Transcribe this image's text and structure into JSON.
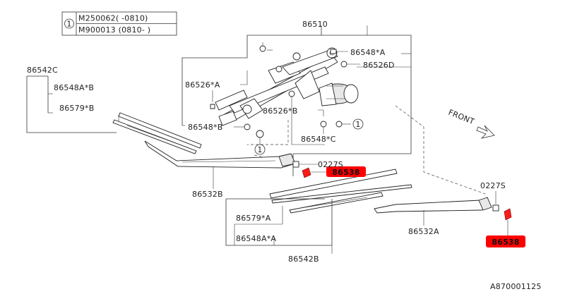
{
  "legend": {
    "key": "1",
    "row1": "M250062(  -0810)",
    "row2": "M900013 (0810-  )"
  },
  "labels": {
    "p86510": "86510",
    "p86548A_top": "86548*A",
    "p86526D": "86526D",
    "p86542C": "86542C",
    "p86548AB_top": "86548A*B",
    "p86579B": "86579*B",
    "p86526A": "86526*A",
    "p86526B": "86526*B",
    "p86548B": "86548*B",
    "p86548C": "86548*C",
    "callout_c1": "1",
    "callout_c2": "1",
    "p0227S_left": "0227S",
    "p86538_left": "86538",
    "p86532B": "86532B",
    "p86579A": "86579*A",
    "p86548AA": "86548A*A",
    "p86542B": "86542B",
    "p0227S_right": "0227S",
    "p86532A": "86532A",
    "p86538_right": "86538",
    "front": "FRONT",
    "drawing_id": "A870001125"
  },
  "colors": {
    "highlight": "#ff0000",
    "line": "#333333"
  }
}
